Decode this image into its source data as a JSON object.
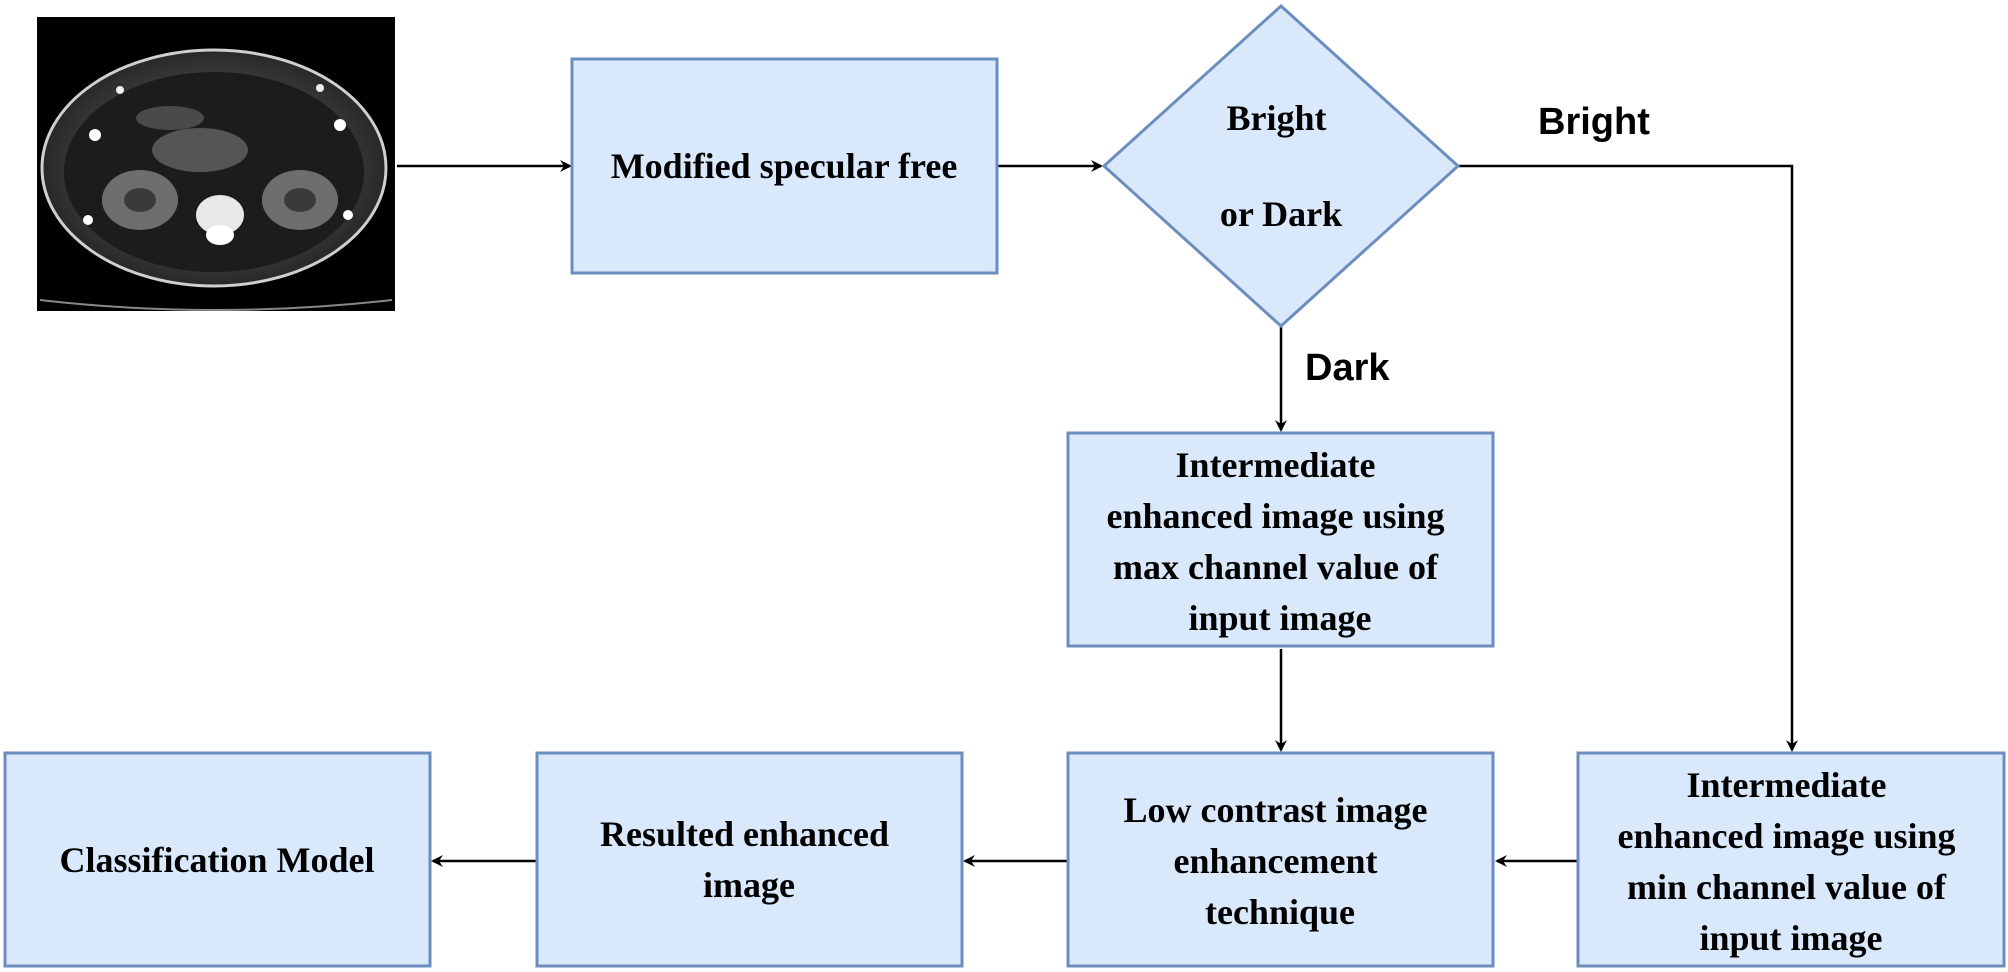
{
  "colors": {
    "box_fill": "#dae8fc",
    "box_stroke": "#6c8ebf",
    "line": "#000000"
  },
  "input_image": {
    "icon": "ct-scan-abdomen-image"
  },
  "nodes": {
    "specular": [
      "Modified specular free"
    ],
    "decision": [
      "Bright",
      "or Dark"
    ],
    "max_channel": [
      "Intermediate",
      "enhanced image using",
      "max channel value of",
      "input image"
    ],
    "min_channel": [
      "Intermediate",
      "enhanced image using",
      "min channel value of",
      "input image"
    ],
    "low_contrast": [
      "Low contrast image",
      "enhancement",
      "technique"
    ],
    "resulted": [
      "Resulted enhanced",
      "image"
    ],
    "classification": [
      "Classification Model"
    ]
  },
  "edge_labels": {
    "bright": "Bright",
    "dark": "Dark"
  }
}
